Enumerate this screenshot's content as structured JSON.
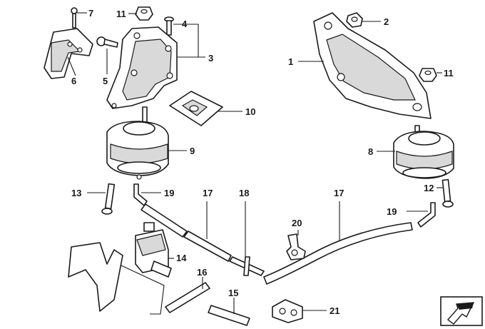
{
  "labels": {
    "p1": "1",
    "p2": "2",
    "p3": "3",
    "p4": "4",
    "p5": "5",
    "p6": "6",
    "p7": "7",
    "p8": "8",
    "p9": "9",
    "p10": "10",
    "p11a": "11",
    "p11b": "11",
    "p12": "12",
    "p13": "13",
    "p14": "14",
    "p15": "15",
    "p16": "16",
    "p17a": "17",
    "p17b": "17",
    "p18": "18",
    "p19a": "19",
    "p19b": "19",
    "p20": "20",
    "p21": "21"
  },
  "icons": {
    "corner": "arrow-icon"
  },
  "colors": {
    "line": "#1a1a1a",
    "shade": "#d9d9d9",
    "background": "#ffffff"
  }
}
